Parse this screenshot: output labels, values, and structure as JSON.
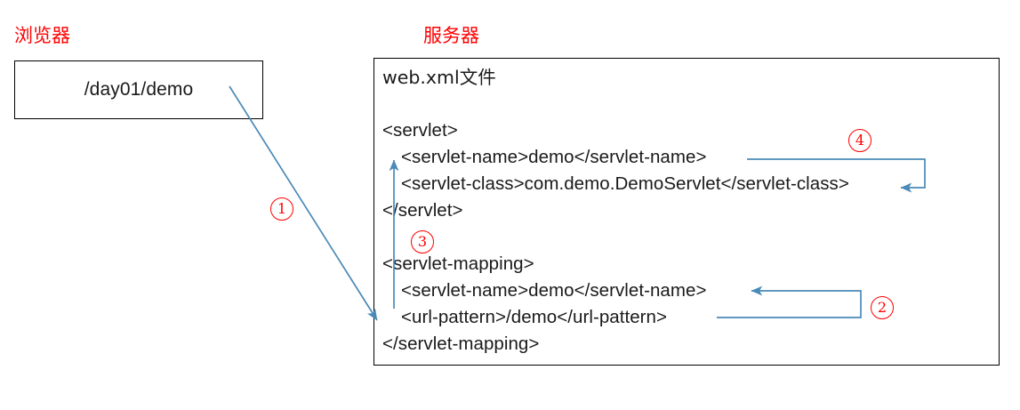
{
  "diagram": {
    "title_browser": "浏览器",
    "title_server": "服务器",
    "accent_red": "#ff0000",
    "accent_blue": "#4a8ab8",
    "border_black": "#000000"
  },
  "browser": {
    "heading": "浏览器",
    "url_value": "/day01/demo"
  },
  "server": {
    "heading": "服务器",
    "file_label": "web.xml文件",
    "code_lines": [
      {
        "text": "<servlet>",
        "indent": false
      },
      {
        "text": "<servlet-name>demo</servlet-name>",
        "indent": true
      },
      {
        "text": "<servlet-class>com.demo.DemoServlet</servlet-class>",
        "indent": true
      },
      {
        "text": "</servlet>",
        "indent": false
      },
      {
        "text": " ",
        "indent": false
      },
      {
        "text": "<servlet-mapping>",
        "indent": false
      },
      {
        "text": "<servlet-name>demo</servlet-name>",
        "indent": true
      },
      {
        "text": "<url-pattern>/demo</url-pattern>",
        "indent": true
      },
      {
        "text": "</servlet-mapping>",
        "indent": false
      }
    ]
  },
  "steps": [
    {
      "id": "1",
      "label": "①",
      "glyph": "1",
      "description": "browser request to url-pattern"
    },
    {
      "id": "2",
      "label": "②",
      "glyph": "2",
      "description": "url-pattern to mapping servlet-name"
    },
    {
      "id": "3",
      "label": "③",
      "glyph": "3",
      "description": "mapping servlet-name to servlet servlet-name"
    },
    {
      "id": "4",
      "label": "④",
      "glyph": "4",
      "description": "servlet-name to servlet-class"
    }
  ]
}
